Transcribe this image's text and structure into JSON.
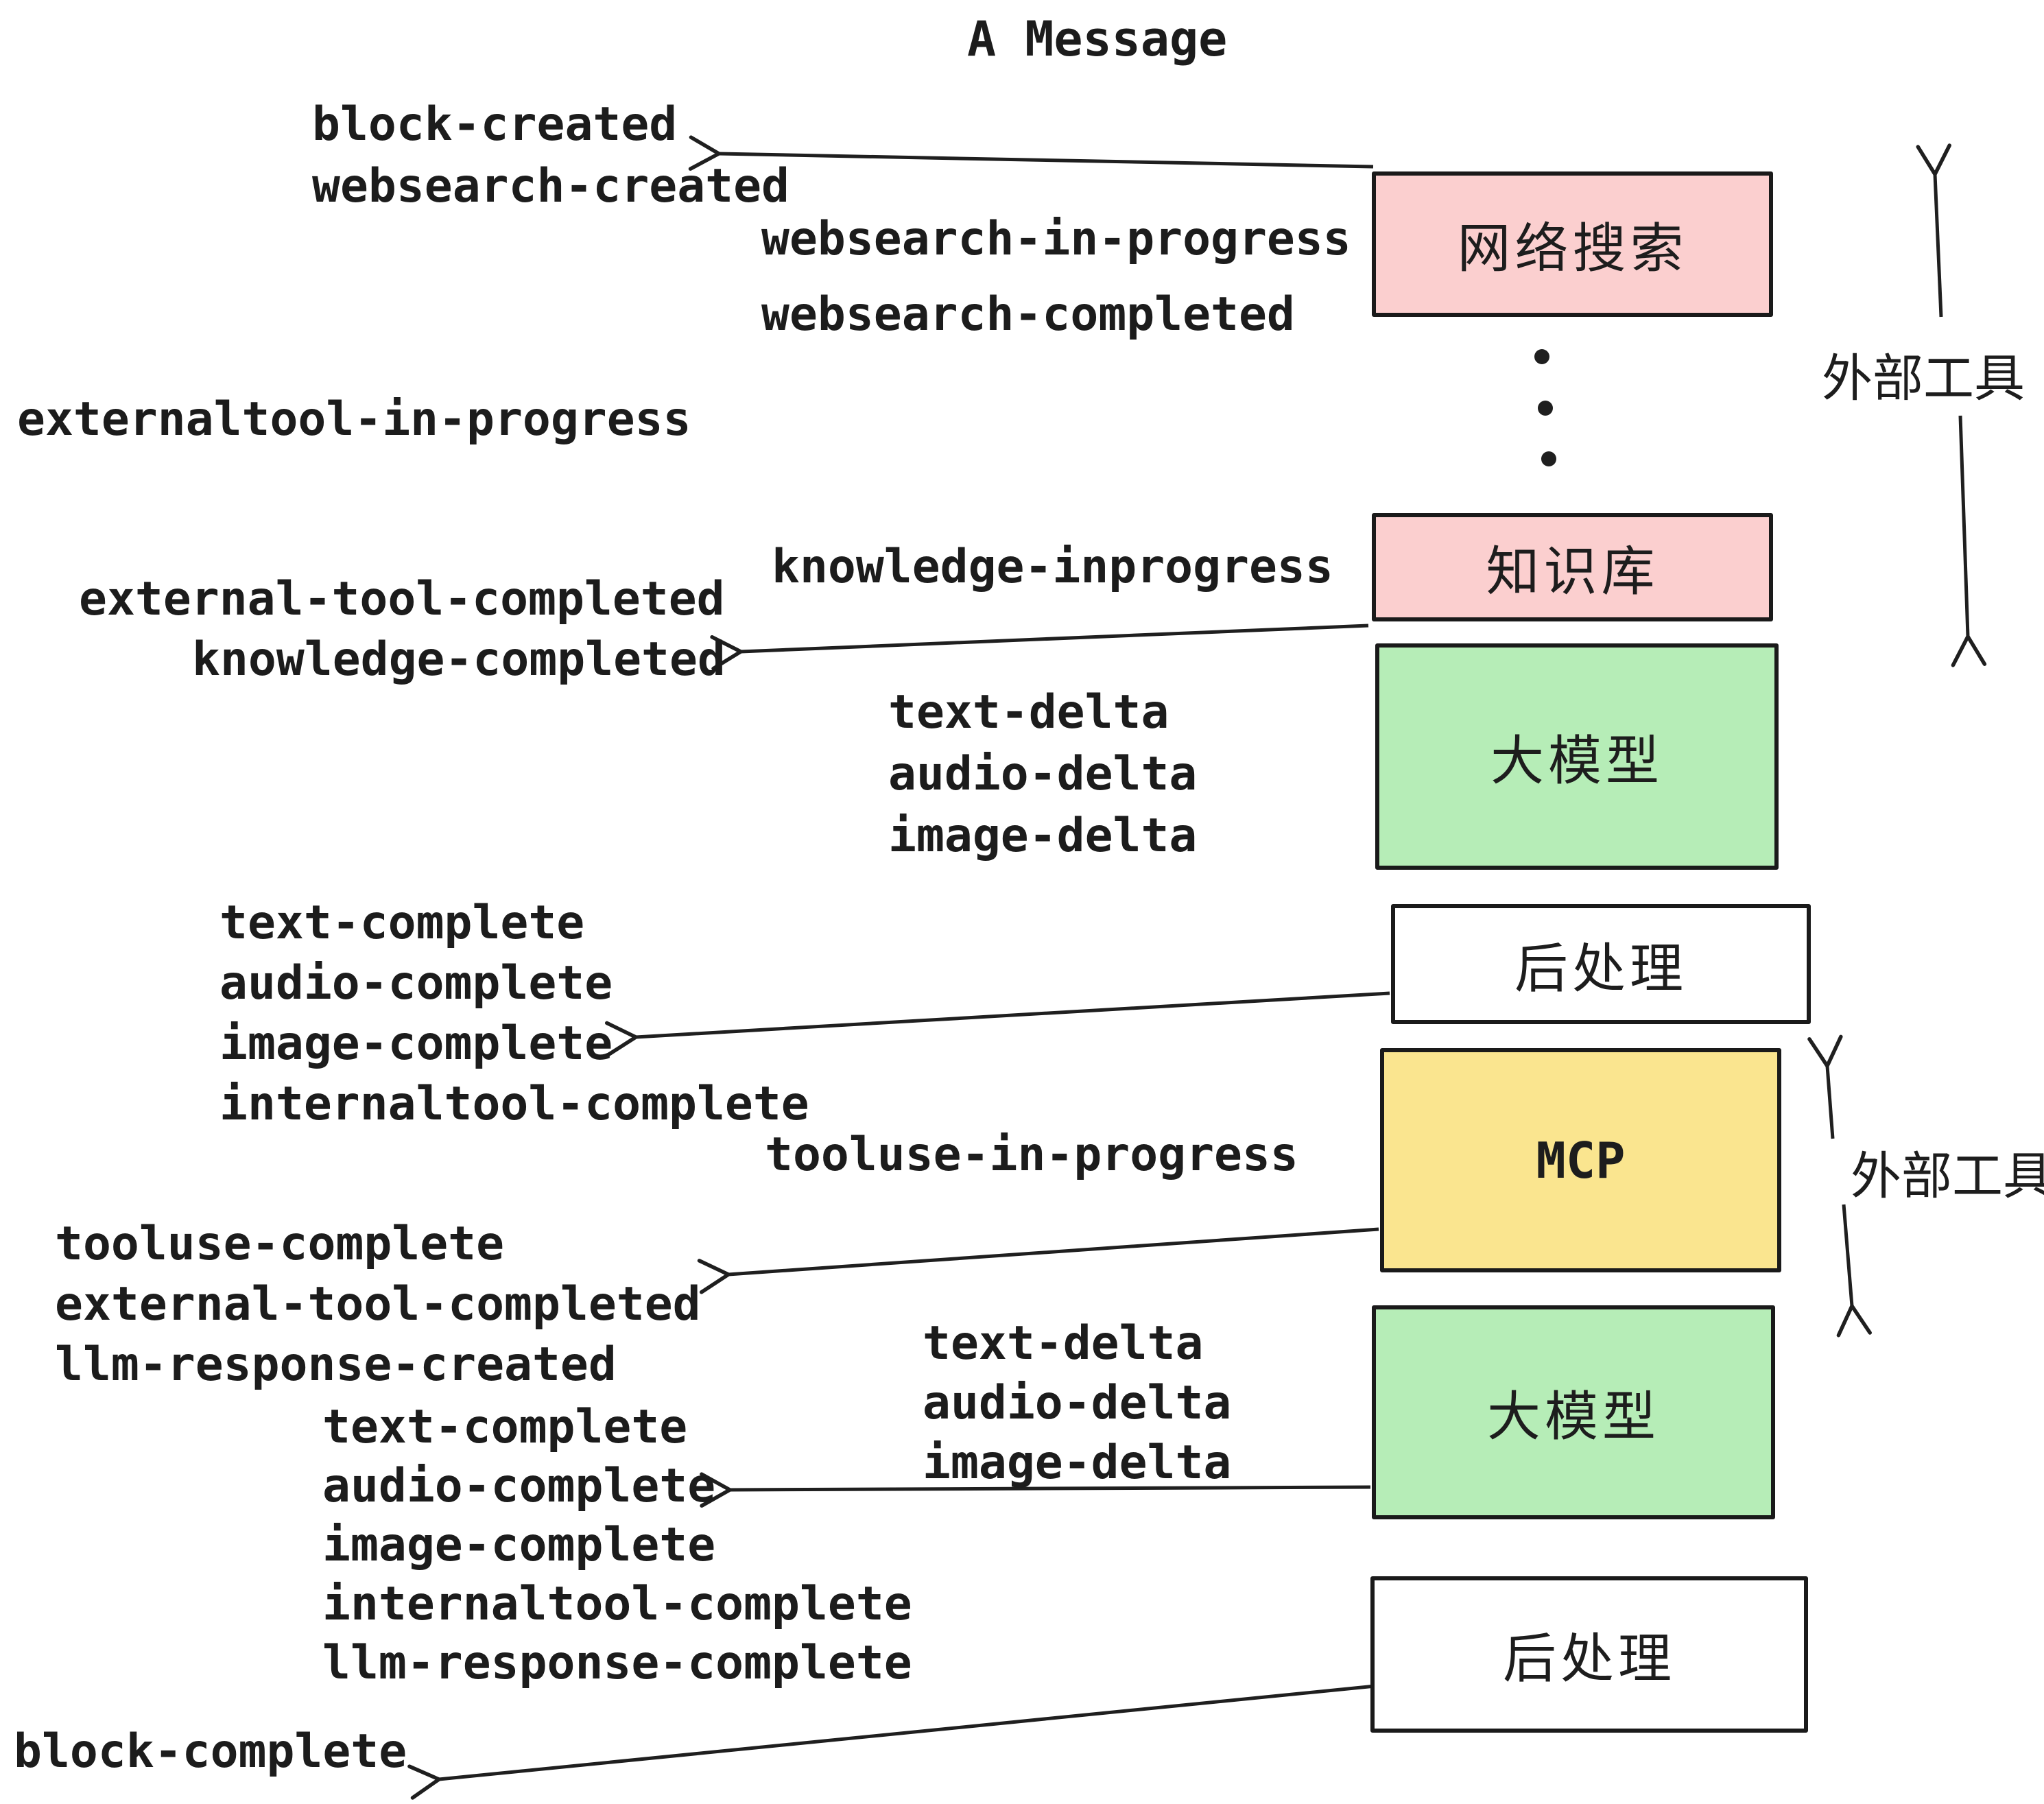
{
  "title": "A Message",
  "colors": {
    "box_pink": "#FBCFCF",
    "box_green": "#B6EDB7",
    "box_yellow": "#FAE58F",
    "box_white": "#FFFFFF",
    "border": "#1A1A1A",
    "text": "#1C1C1C"
  },
  "boxes": {
    "websearch": {
      "label": "网络搜索",
      "color": "#FBCFCF"
    },
    "knowledge": {
      "label": "知识库",
      "color": "#FBCFCF"
    },
    "llm1": {
      "label": "大模型",
      "color": "#B6EDB7"
    },
    "post1": {
      "label": "后处理",
      "color": "#FFFFFF"
    },
    "mcp": {
      "label": "MCP",
      "color": "#FAE58F"
    },
    "llm2": {
      "label": "大模型",
      "color": "#B6EDB7"
    },
    "post2": {
      "label": "后处理",
      "color": "#FFFFFF"
    }
  },
  "side_labels": {
    "external_tools_top": "外部工具",
    "external_tools_bottom": "外部工具"
  },
  "events": {
    "block-created": "block-created",
    "websearch-created": "websearch-created",
    "websearch-in-progress": "websearch-in-progress",
    "websearch-completed": "websearch-completed",
    "externaltool-in-progress": "externaltool-in-progress",
    "knowledge-inprogress": "knowledge-inprogress",
    "external-tool-completed": "external-tool-completed",
    "knowledge-completed": "knowledge-completed",
    "text-delta-1": "text-delta",
    "audio-delta-1": "audio-delta",
    "image-delta-1": "image-delta",
    "text-complete-1": "text-complete",
    "audio-complete-1": "audio-complete",
    "image-complete-1": "image-complete",
    "internaltool-complete-1": "internaltool-complete",
    "tooluse-in-progress": "tooluse-in-progress",
    "tooluse-complete": "tooluse-complete",
    "external-tool-completed-2": "external-tool-completed",
    "llm-response-created": "llm-response-created",
    "text-complete-2": "text-complete",
    "audio-complete-2": "audio-complete",
    "image-complete-2": "image-complete",
    "internaltool-complete-2": "internaltool-complete",
    "llm-response-complete": "llm-response-complete",
    "block-complete": "block-complete",
    "text-delta-2": "text-delta",
    "audio-delta-2": "audio-delta",
    "image-delta-2": "image-delta"
  }
}
